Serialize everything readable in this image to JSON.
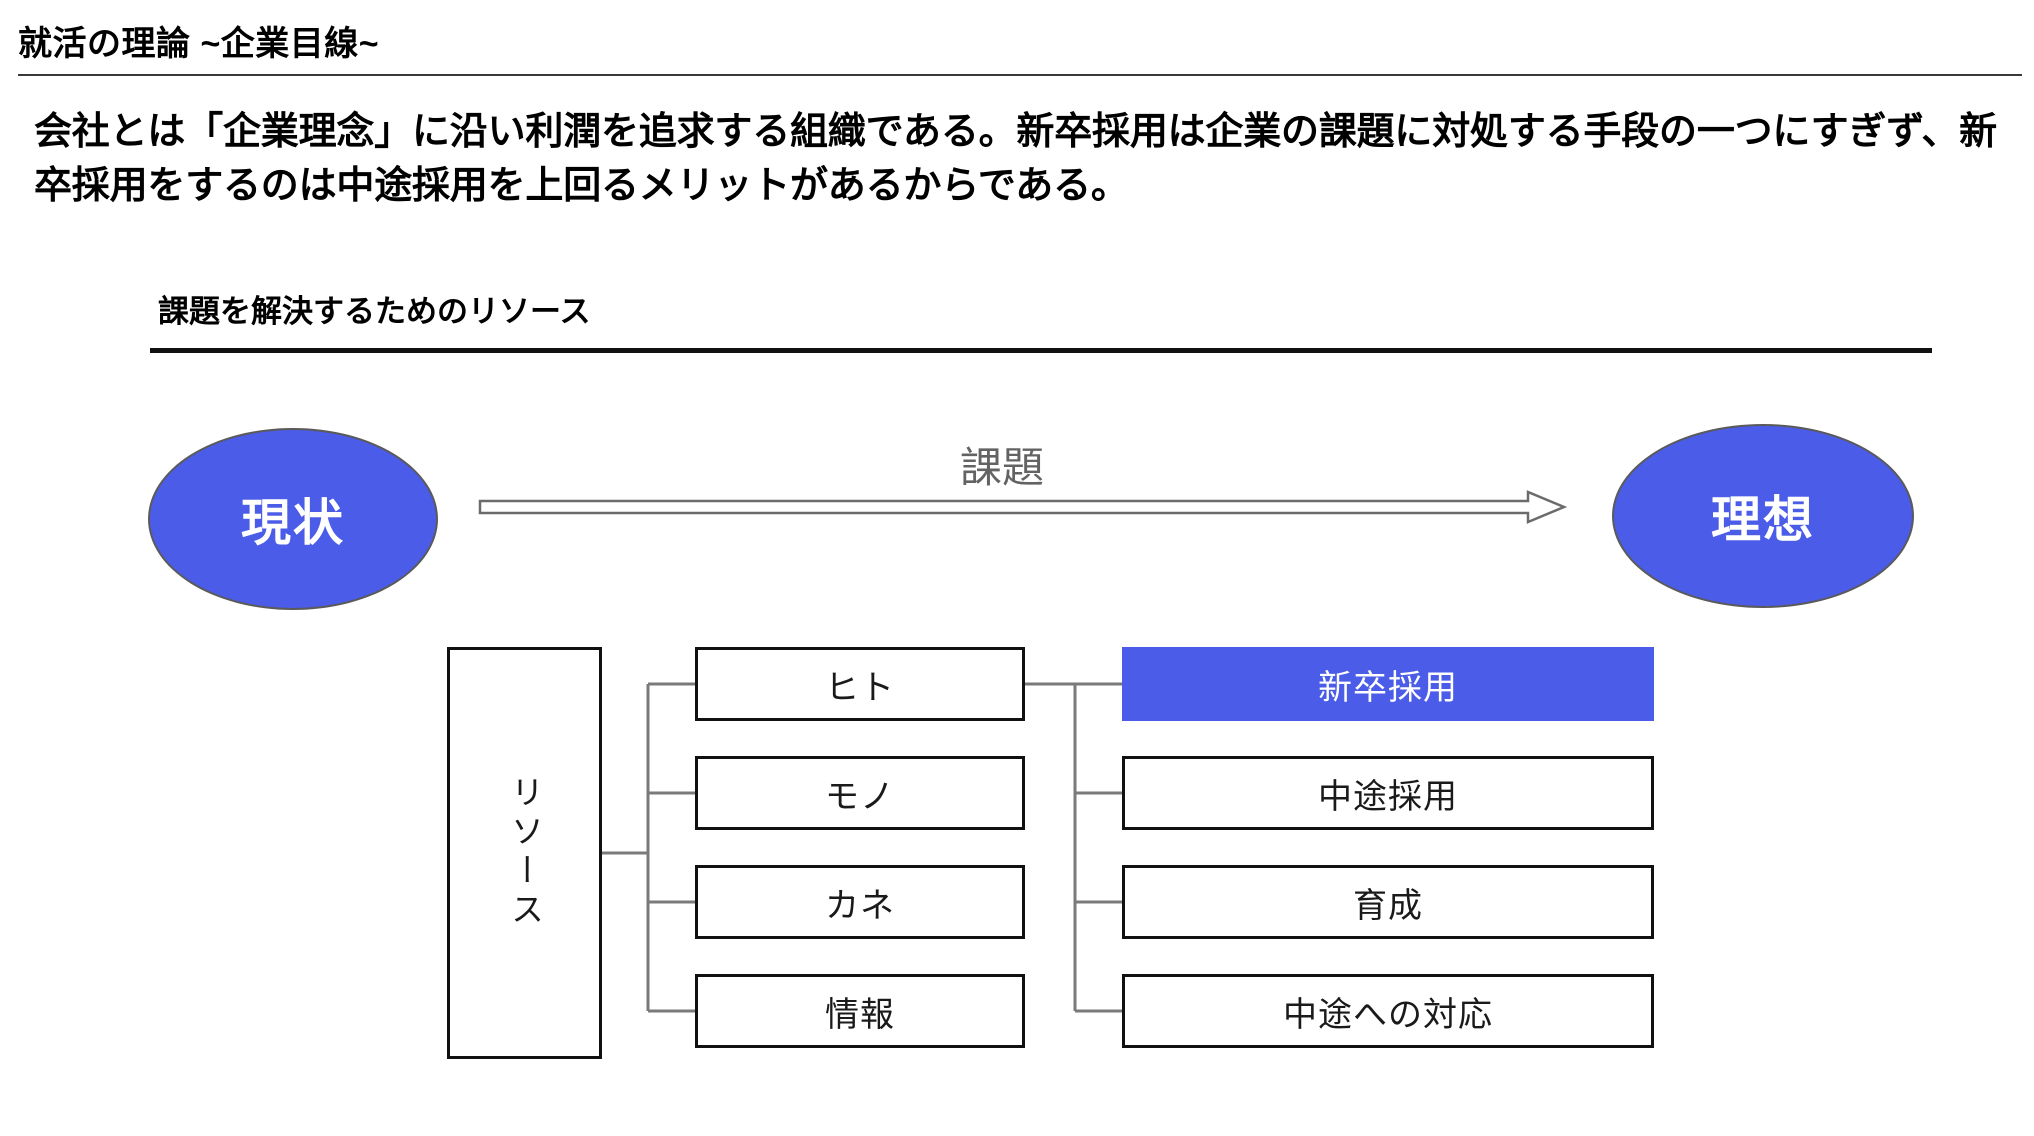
{
  "slide": {
    "title": "就活の理論 ~企業目線~",
    "lead": "会社とは「企業理念」に沿い利潤を追求する組織である。新卒採用は企業の課題に対処する手段の一つにすぎず、新卒採用をするのは中途採用を上回るメリットがあるからである。",
    "sub_heading": "課題を解決するためのリソース"
  },
  "gap": {
    "current_label": "現状",
    "ideal_label": "理想",
    "arrow_label": "課題"
  },
  "tree": {
    "root": "リソース",
    "resources": [
      {
        "label": "ヒト"
      },
      {
        "label": "モノ"
      },
      {
        "label": "カネ"
      },
      {
        "label": "情報"
      }
    ],
    "people_options": [
      {
        "label": "新卒採用",
        "highlight": true
      },
      {
        "label": "中途採用",
        "highlight": false
      },
      {
        "label": "育成",
        "highlight": false
      },
      {
        "label": "中途への対応",
        "highlight": false
      }
    ]
  },
  "colors": {
    "accent_blue": "#4A5CE8",
    "rule_dark": "#111111",
    "arrow_gray": "#636363"
  }
}
